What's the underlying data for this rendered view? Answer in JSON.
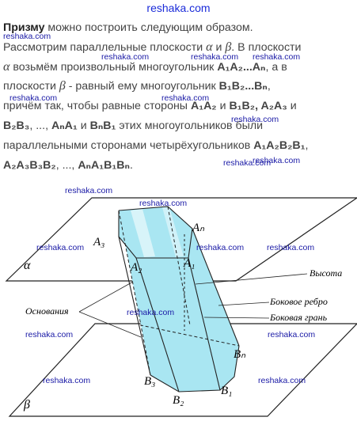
{
  "site": {
    "title": "reshaka.com"
  },
  "watermark": "reshaka.com",
  "text": {
    "bold": "Призму",
    "line1_rest": " можно построить следующим образом.",
    "line2": "Рассмотрим параллельные плоскости ",
    "alpha": "α",
    "and": " и ",
    "beta": "β",
    "line2_end": ". В плоскости",
    "line3_rest": " возьмём произвольный многоугольник ",
    "poly_a": "A₁A₂...Aₙ",
    "line3_end": ", а в",
    "line4": "плоскости ",
    "line4_rest": " - равный ему многоугольник ",
    "poly_b": "B₁B₂...Bₙ",
    "line4_end": ",",
    "line5": "причём так, чтобы равные стороны ",
    "s1": "A₁A₂",
    "and2": " и ",
    "s2": "B₁B₂",
    "s3": ", A₂A₃",
    "and3": " и",
    "line6_a": "B₂B₃",
    "line6_b": ", ..., ",
    "line6_c": "AₙA₁",
    "line6_d": " и ",
    "line6_e": "BₙB₁",
    "line6_f": " этих многоугольников были",
    "line7": "параллельными сторонами четырёхугольников ",
    "line7_q": "A₁A₂B₂B₁",
    "line7_end": ",",
    "line8": "A₂A₃B₃B₂",
    "line8_mid": ", ..., ",
    "line8_end": "AₙA₁B₁Bₙ",
    "line8_dot": "."
  },
  "figure": {
    "plane_top_label": "α",
    "plane_bottom_label": "β",
    "vertices_top": [
      "A₃",
      "A₂",
      "A₁",
      "Aₙ"
    ],
    "vertices_bottom": [
      "B₃",
      "B₂",
      "B₁",
      "Bₙ"
    ],
    "annotations": {
      "height": "Высота",
      "lateral_edge": "Боковое ребро",
      "lateral_face": "Боковая грань",
      "bases": "Основания"
    },
    "fill_color": "#a9e6f2"
  }
}
